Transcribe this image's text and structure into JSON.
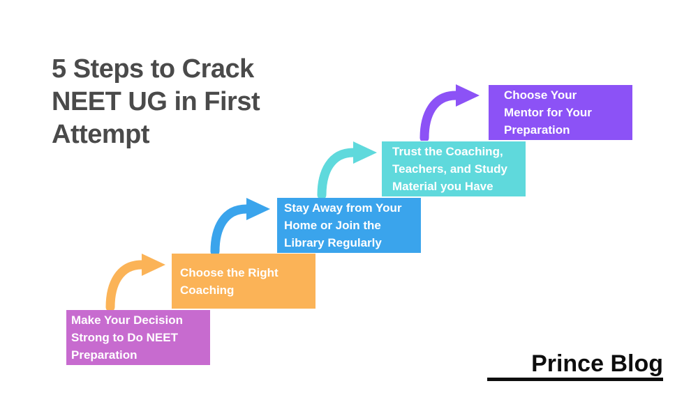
{
  "title": {
    "label": "5 Steps to Crack NEET UG in First Attempt",
    "lines": [
      "5 Steps to Crack",
      "NEET UG in First",
      "Attempt"
    ],
    "color": "#4a4a4a"
  },
  "steps": [
    {
      "label": "Make Your Decision Strong to Do NEET Preparation",
      "lines": [
        "Make Your Decision",
        "Strong to Do NEET",
        "Preparation"
      ],
      "color": "#c76bcf"
    },
    {
      "label": "Choose the Right Coaching",
      "lines": [
        "Choose the Right",
        "Coaching"
      ],
      "color": "#fbb357"
    },
    {
      "label": "Stay Away from Your Home or Join the Library Regularly",
      "lines": [
        "Stay Away from Your",
        "Home or Join the",
        "Library Regularly"
      ],
      "color": "#3aa4ec"
    },
    {
      "label": "Trust the Coaching, Teachers, and Study Material you Have",
      "lines": [
        "Trust the Coaching,",
        "Teachers, and Study",
        "Material you Have"
      ],
      "color": "#5fd9dc"
    },
    {
      "label": "Choose Your Mentor for Your Preparation",
      "lines": [
        "Choose Your",
        "Mentor for Your",
        "Preparation"
      ],
      "color": "#8c52f6"
    }
  ],
  "arrows": [
    {
      "name": "curved-arrow-to-step-2",
      "color": "#fbb357"
    },
    {
      "name": "curved-arrow-to-step-3",
      "color": "#3aa4ec"
    },
    {
      "name": "curved-arrow-to-step-4",
      "color": "#5fd9dc"
    },
    {
      "name": "curved-arrow-to-step-5",
      "color": "#8c52f6"
    }
  ],
  "footer": {
    "brand": "Prince Blog"
  },
  "background_color": "#ffffff",
  "text_color_on_steps": "#ffffff"
}
